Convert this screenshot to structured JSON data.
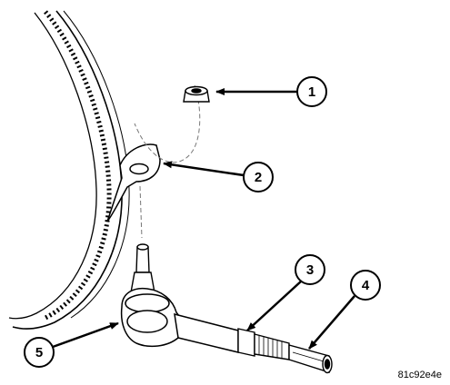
{
  "callouts": [
    {
      "number": "1"
    },
    {
      "number": "2"
    },
    {
      "number": "3"
    },
    {
      "number": "4"
    },
    {
      "number": "5"
    }
  ],
  "figure_code": "81c92e4e"
}
